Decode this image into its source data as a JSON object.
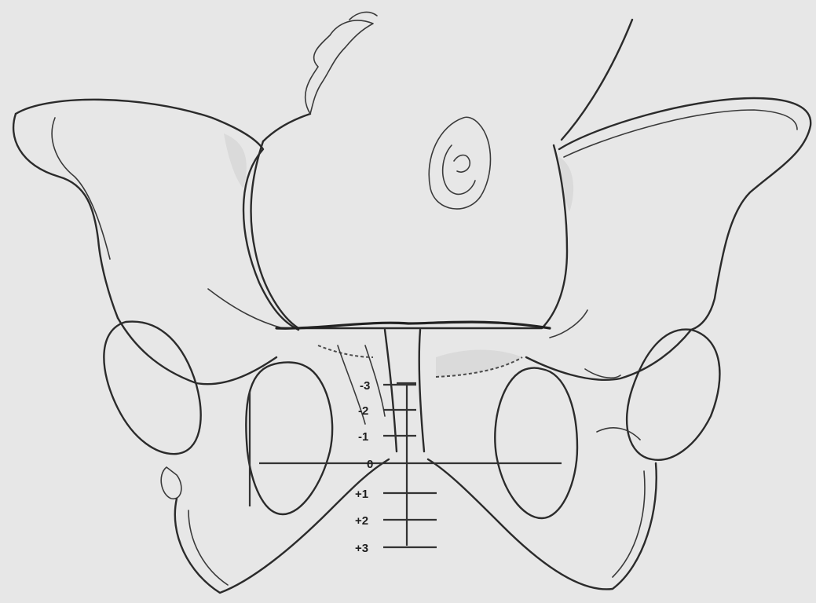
{
  "figure": {
    "colors": {
      "background": "#e7e7e7",
      "ink": "#2b2b2b",
      "shading": "#cfcfcf"
    },
    "station_labels": {
      "minus3": "-3",
      "minus2": "-2",
      "minus1": "-1",
      "zero": "0",
      "plus1": "+1",
      "plus2": "+2",
      "plus3": "+3"
    }
  }
}
